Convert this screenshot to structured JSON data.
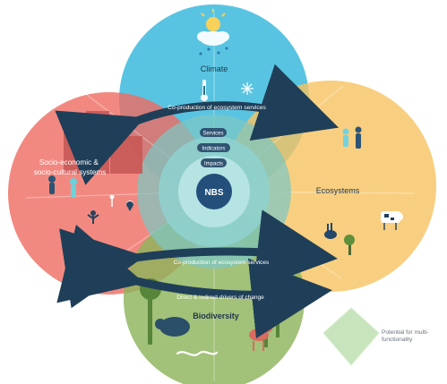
{
  "diagram": {
    "center_label": "NBS",
    "rings": [
      "Services",
      "Indicators",
      "Impacts"
    ],
    "domains": {
      "climate": "Climate",
      "socio": "Socio-economic &\nsocio-cultural systems",
      "ecosystems": "Ecosystems",
      "biodiversity": "Biodiversity"
    },
    "arrows": {
      "top": "Co-production of ecosystem services",
      "middle": "Co-production of ecosystem services",
      "lower": "Direct & indirect drivers of change"
    },
    "legend": "Potential for multi-\nfunctionality"
  },
  "colors": {
    "climate": "#34b7da",
    "socio": "#ef6b61",
    "ecosystems": "#f6c360",
    "biodiversity": "#8eb35c",
    "inner_ring": "#9ad8d8",
    "center": "#234f7a",
    "arrow": "#1f3f59",
    "text": "#1f2f45"
  }
}
